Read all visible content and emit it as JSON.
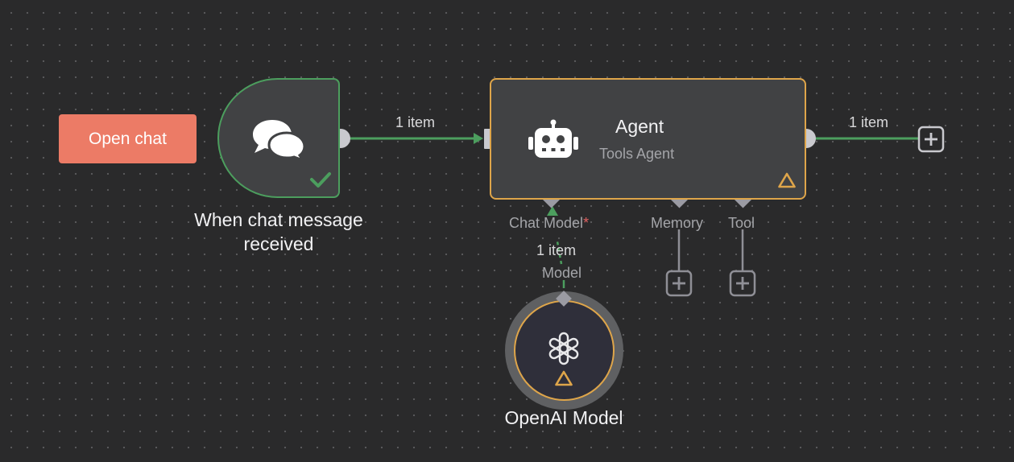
{
  "open_chat_label": "Open chat",
  "trigger": {
    "label_line1": "When chat message",
    "label_line2": "received",
    "icon": "chat-bubbles-icon",
    "status_icon": "check-icon"
  },
  "connections": {
    "trigger_to_agent_label": "1 item",
    "agent_output_label": "1 item",
    "model_to_agent_label": "1 item"
  },
  "agent": {
    "title": "Agent",
    "subtitle": "Tools Agent",
    "icon": "robot-icon",
    "warning_icon": "warning-triangle-icon",
    "inputs": {
      "chat_model": "Chat Model",
      "chat_model_required": "*",
      "memory": "Memory",
      "tool": "Tool"
    }
  },
  "model": {
    "label": "OpenAI Model",
    "output_label": "Model",
    "icon": "openai-logo-icon",
    "warning_icon": "warning-triangle-icon"
  },
  "colors": {
    "canvas": "#2a2a2b",
    "node_fill": "#414244",
    "success": "#4c9e5e",
    "warning": "#dea54a",
    "open_chat": "#ec7b66",
    "handle": "#9b9ba3",
    "text_muted": "#a4a5a9"
  }
}
